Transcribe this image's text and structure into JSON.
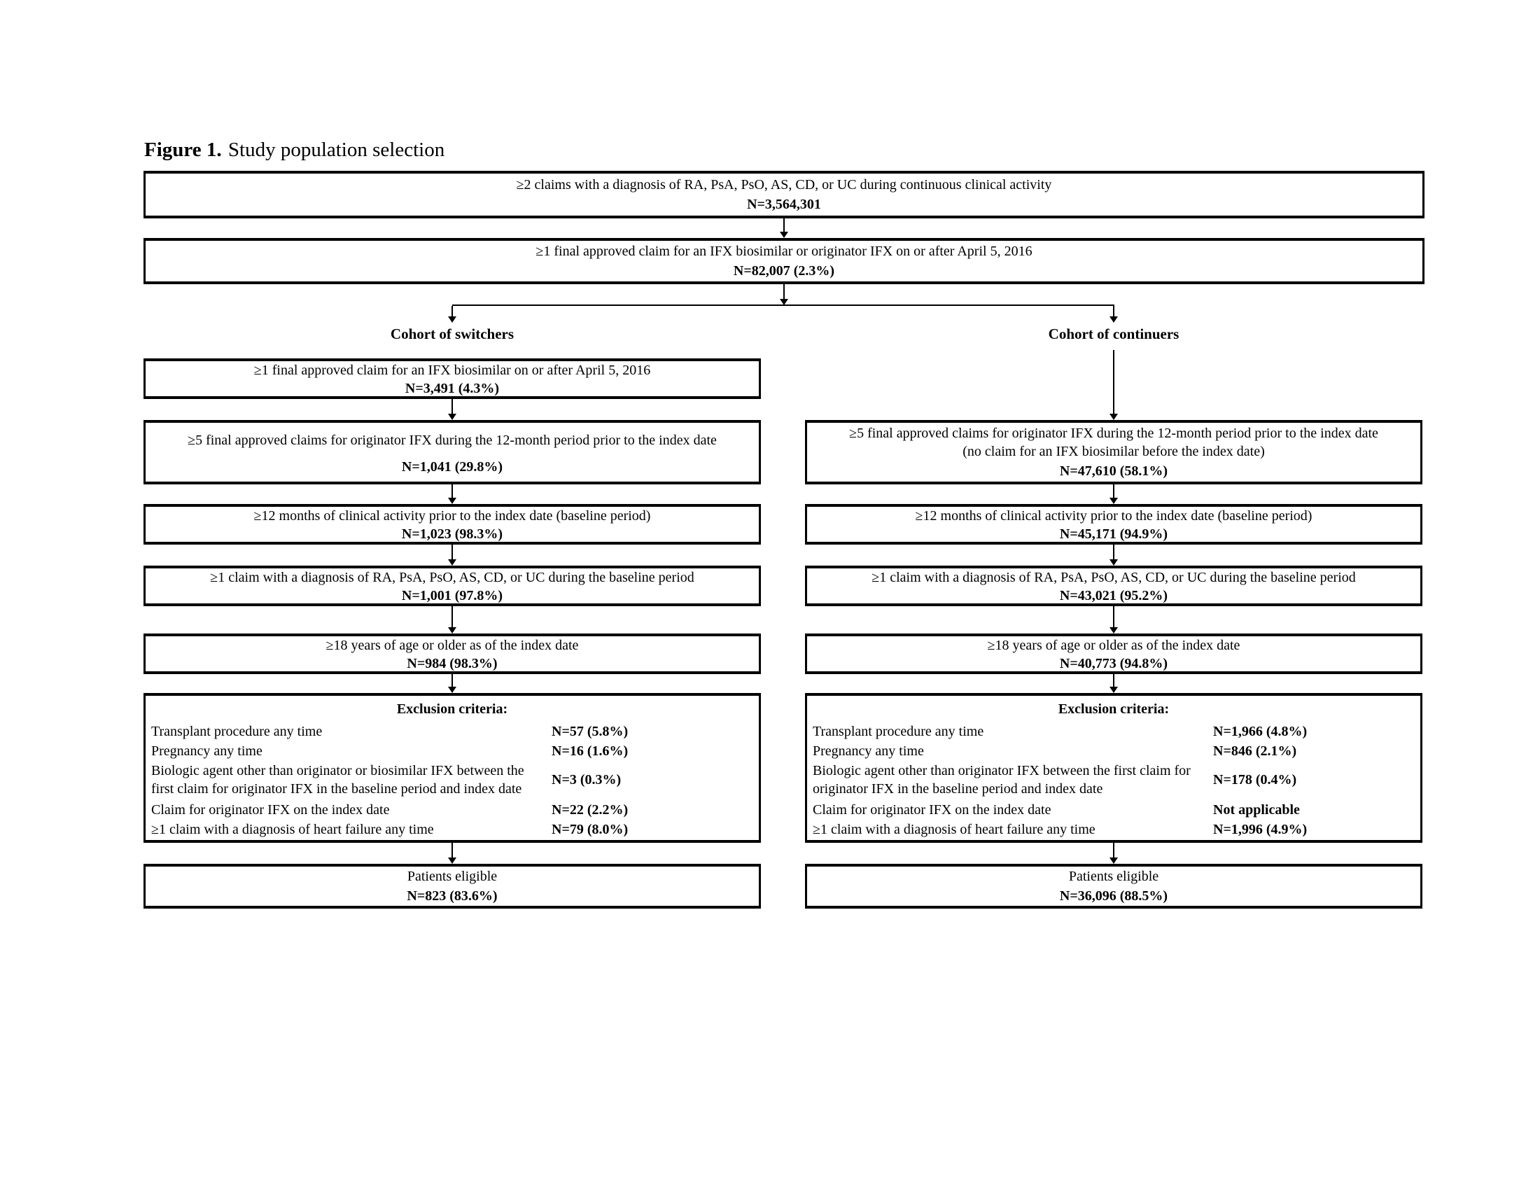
{
  "figure": {
    "label": "Figure 1.",
    "caption": "Study population selection"
  },
  "top": {
    "box1": {
      "criterion": "≥2 claims with a diagnosis of RA, PsA, PsO, AS, CD, or UC during continuous clinical activity",
      "n": "N=3,564,301"
    },
    "box2": {
      "criterion": "≥1 final approved claim for an IFX biosimilar or originator IFX on or after April 5, 2016",
      "n": "N=82,007 (2.3%)"
    }
  },
  "switchers": {
    "label": "Cohort of switchers",
    "boxes": [
      {
        "criterion": "≥1 final approved claim for an IFX biosimilar on or after April 5, 2016",
        "n": "N=3,491 (4.3%)"
      },
      {
        "criterion": "≥5 final approved claims for originator IFX during the 12-month period prior to the index date",
        "n": "N=1,041 (29.8%)"
      },
      {
        "criterion": "≥12 months of clinical activity prior to the index date (baseline period)",
        "n": "N=1,023 (98.3%)"
      },
      {
        "criterion": "≥1 claim with a diagnosis of RA, PsA, PsO, AS, CD, or UC during the baseline period",
        "n": "N=1,001 (97.8%)"
      },
      {
        "criterion": "≥18 years of age or older as of the index date",
        "n": "N=984 (98.3%)"
      }
    ],
    "exclusion": {
      "title": "Exclusion criteria:",
      "rows": [
        {
          "label": "Transplant procedure any time",
          "n": "N=57 (5.8%)"
        },
        {
          "label": "Pregnancy any time",
          "n": "N=16 (1.6%)"
        },
        {
          "label": "Biologic agent other than originator or biosimilar IFX between the\nfirst claim for originator IFX in the baseline period and index date",
          "n": "N=3 (0.3%)"
        },
        {
          "label": "Claim for originator IFX on the index date",
          "n": "N=22 (2.2%)"
        },
        {
          "label": "≥1 claim with a diagnosis of heart failure any time",
          "n": "N=79 (8.0%)"
        }
      ]
    },
    "eligible": {
      "label": "Patients eligible",
      "n": "N=823 (83.6%)"
    }
  },
  "continuers": {
    "label": "Cohort of continuers",
    "boxes": [
      {
        "criterion": "≥5 final approved claims for originator IFX during the 12-month period prior to the index date\n(no claim for an IFX biosimilar before the index date)",
        "n": "N=47,610 (58.1%)"
      },
      {
        "criterion": "≥12 months of clinical activity prior to the index date (baseline period)",
        "n": "N=45,171 (94.9%)"
      },
      {
        "criterion": "≥1 claim with a diagnosis of RA, PsA, PsO, AS, CD, or UC during the baseline period",
        "n": "N=43,021 (95.2%)"
      },
      {
        "criterion": "≥18 years of age or older as of the index date",
        "n": "N=40,773 (94.8%)"
      }
    ],
    "exclusion": {
      "title": "Exclusion criteria:",
      "rows": [
        {
          "label": "Transplant procedure any time",
          "n": "N=1,966 (4.8%)"
        },
        {
          "label": "Pregnancy any time",
          "n": "N=846 (2.1%)"
        },
        {
          "label": "Biologic agent other than originator IFX between the first claim for\noriginator IFX in the baseline period and index date",
          "n": "N=178 (0.4%)"
        },
        {
          "label": "Claim for originator IFX on the index date",
          "n": "Not applicable"
        },
        {
          "label": "≥1 claim with a diagnosis of heart failure any time",
          "n": "N=1,996 (4.9%)"
        }
      ]
    },
    "eligible": {
      "label": "Patients eligible",
      "n": "N=36,096 (88.5%)"
    }
  }
}
